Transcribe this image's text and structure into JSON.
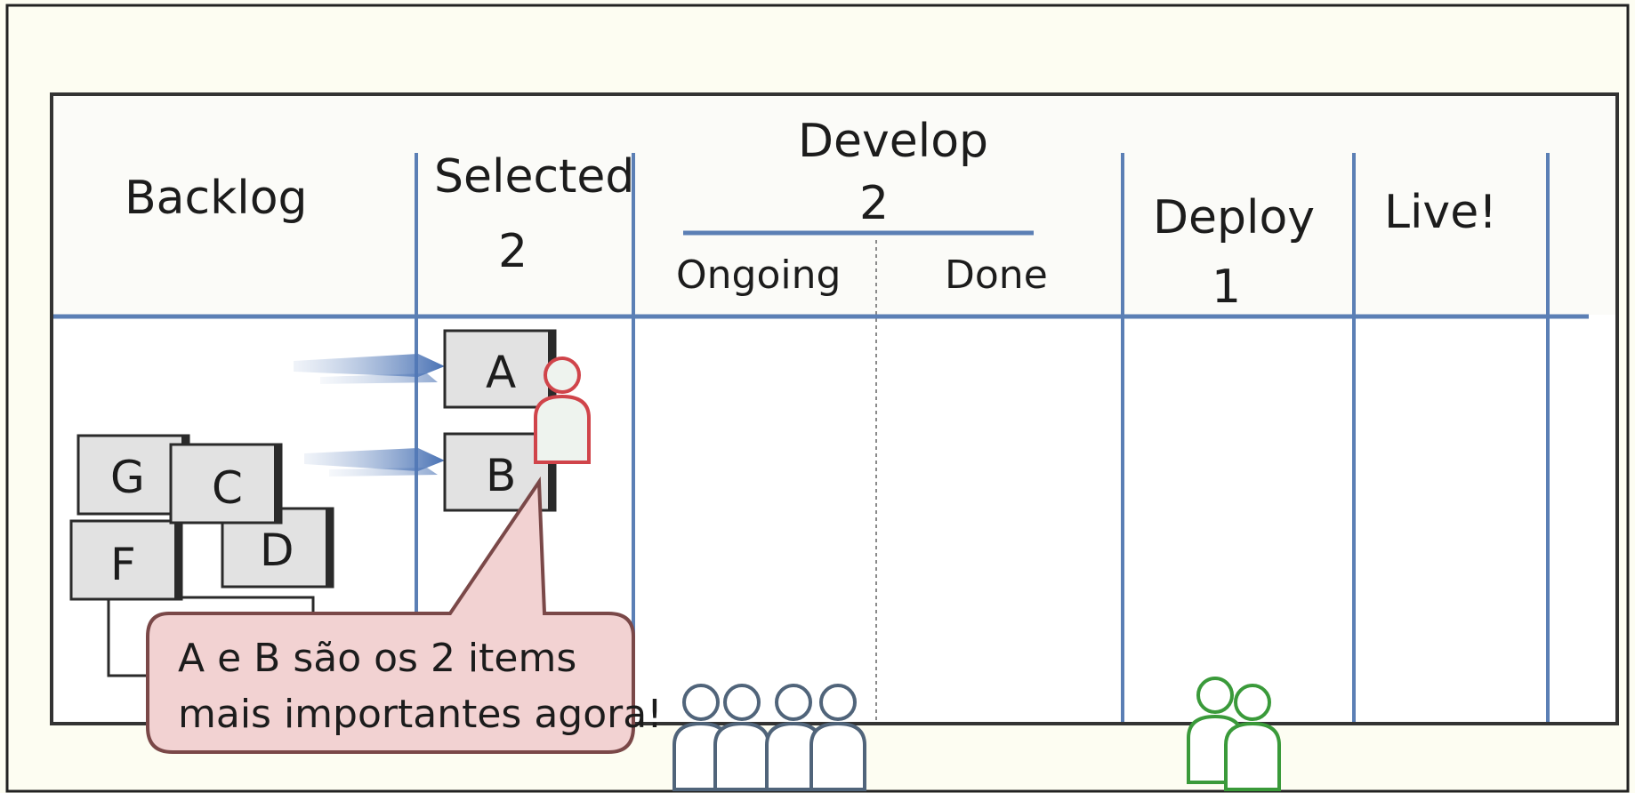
{
  "board": {
    "columns": {
      "backlog": {
        "title": "Backlog"
      },
      "selected": {
        "title": "Selected",
        "limit": "2"
      },
      "develop": {
        "title": "Develop",
        "limit": "2",
        "ongoing": "Ongoing",
        "done": "Done"
      },
      "deploy": {
        "title": "Deploy",
        "limit": "1"
      },
      "live": {
        "title": "Live!"
      }
    },
    "cards": {
      "a": "A",
      "b": "B",
      "c": "C",
      "d": "D",
      "f": "F",
      "g": "G"
    }
  },
  "callout": {
    "line1": "A e B são os 2 items",
    "line2": "mais importantes agora!"
  },
  "colors": {
    "column_line": "#5b7fb5",
    "border": "#333333",
    "background": "#fdfdf2",
    "callout_fill": "#f2d2d2",
    "person_red": "#d0444a",
    "person_blue": "#50647a",
    "person_green": "#3a9a3a"
  },
  "icons": [
    "person-icon",
    "arrow-icon"
  ]
}
